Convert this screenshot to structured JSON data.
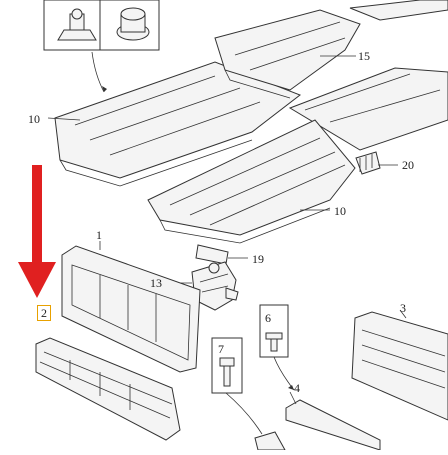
{
  "callouts": {
    "c1": "1",
    "c2": "2",
    "c3": "3",
    "c4": "4",
    "c6": "6",
    "c7": "7",
    "c10a": "10",
    "c10b": "10",
    "c13": "13",
    "c15": "15",
    "c19": "19",
    "c20": "20"
  },
  "colors": {
    "line": "#333333",
    "arrow": "#e02020",
    "highlight": "#e8a100",
    "fill": "#f4f4f4"
  },
  "icons": [
    "clip-icon",
    "nut-icon",
    "bolt-icon",
    "screw-icon",
    "red-arrow-icon"
  ]
}
